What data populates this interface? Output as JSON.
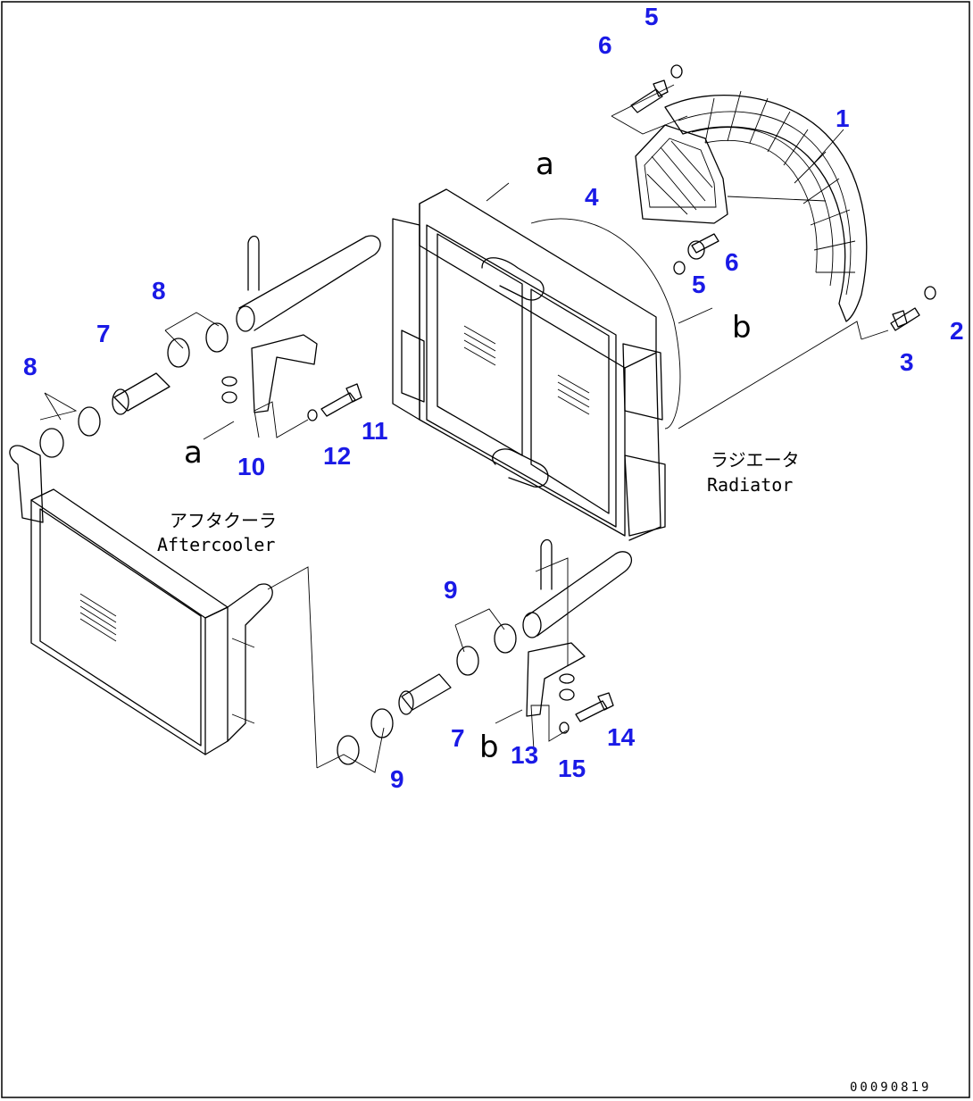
{
  "labels": {
    "radiator_jp": "ラジエータ",
    "radiator_en": "Radiator",
    "aftercooler_jp": "アフタクーラ",
    "aftercooler_en": "Aftercooler"
  },
  "view_letters": {
    "a1": "a",
    "a2": "a",
    "b1": "b",
    "b2": "b"
  },
  "callouts": {
    "p1": "1",
    "p2": "2",
    "p3": "3",
    "p4": "4",
    "p5a": "5",
    "p5b": "5",
    "p6a": "6",
    "p6b": "6",
    "p7a": "7",
    "p7b": "7",
    "p8a": "8",
    "p8b": "8",
    "p9a": "9",
    "p9b": "9",
    "p10": "10",
    "p11": "11",
    "p12": "12",
    "p13": "13",
    "p14": "14",
    "p15": "15"
  },
  "document_number": "00090819",
  "colors": {
    "callout": "#1a1ae6",
    "line": "#000000",
    "background": "#ffffff"
  }
}
